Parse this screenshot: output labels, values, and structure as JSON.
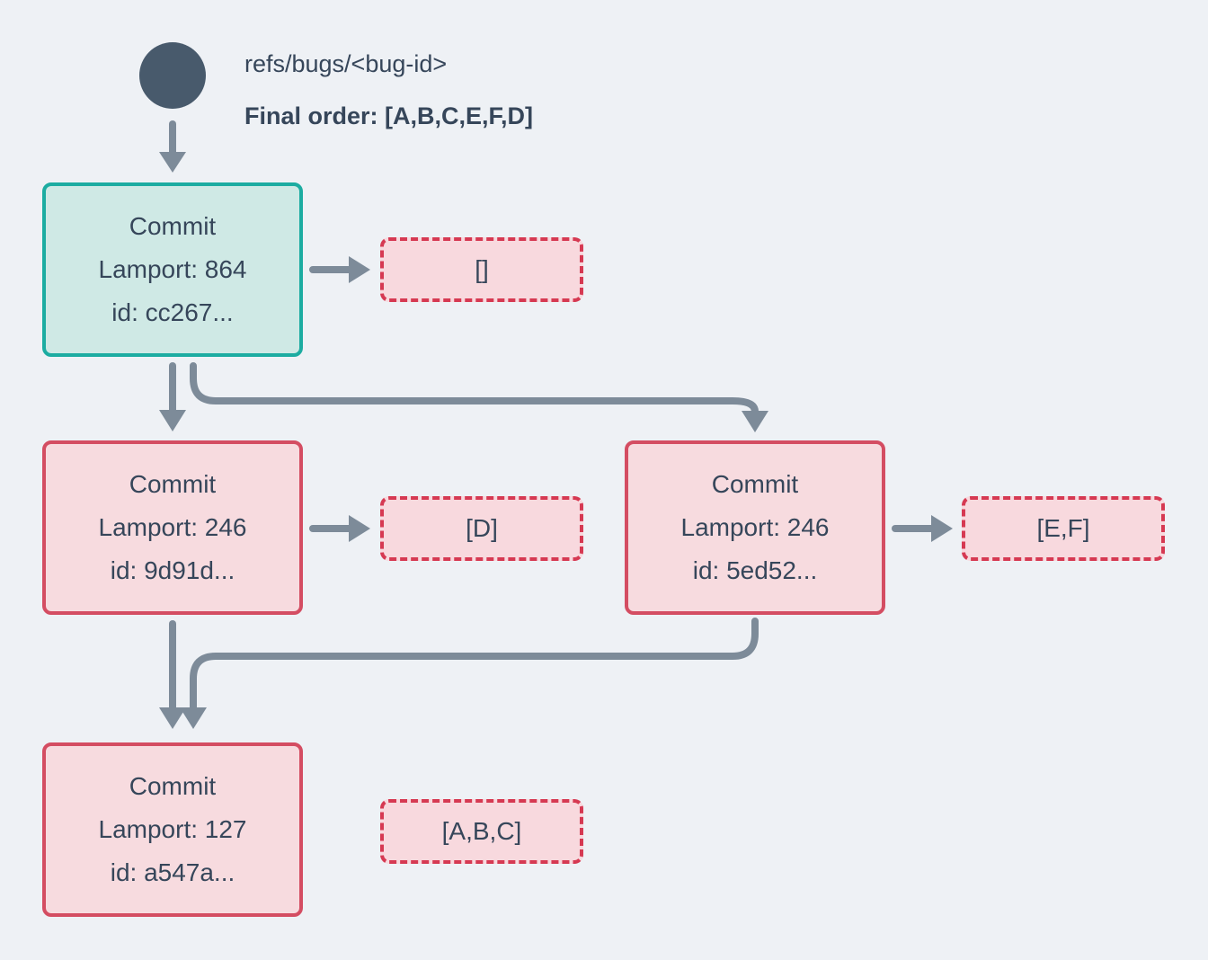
{
  "header": {
    "ref_label": "refs/bugs/<bug-id>",
    "final_order": "Final order: [A,B,C,E,F,D]"
  },
  "commits": [
    {
      "key": "root",
      "title": "Commit",
      "lamport": "Lamport: 864",
      "id": "id: cc267...",
      "operations": "[]"
    },
    {
      "key": "left-child",
      "title": "Commit",
      "lamport": "Lamport: 246",
      "id": "id: 9d91d...",
      "operations": "[D]"
    },
    {
      "key": "right-child",
      "title": "Commit",
      "lamport": "Lamport: 246",
      "id": "id: 5ed52...",
      "operations": "[E,F]"
    },
    {
      "key": "merge-child",
      "title": "Commit",
      "lamport": "Lamport: 127",
      "id": "id: a547a...",
      "operations": "[A,B,C]"
    }
  ],
  "icons": {
    "ref_head": "filled-circle"
  },
  "colors": {
    "background": "#eef1f5",
    "text": "#36465a",
    "arrow": "#7d8b99",
    "ref_circle": "#485a6c",
    "root_node_border": "#1caca1",
    "root_node_fill": "#cfe9e5",
    "commit_node_border": "#d44d62",
    "commit_node_fill": "#f7dbdf",
    "ops_box_border": "#d63952",
    "ops_box_fill": "#f8d9de"
  }
}
